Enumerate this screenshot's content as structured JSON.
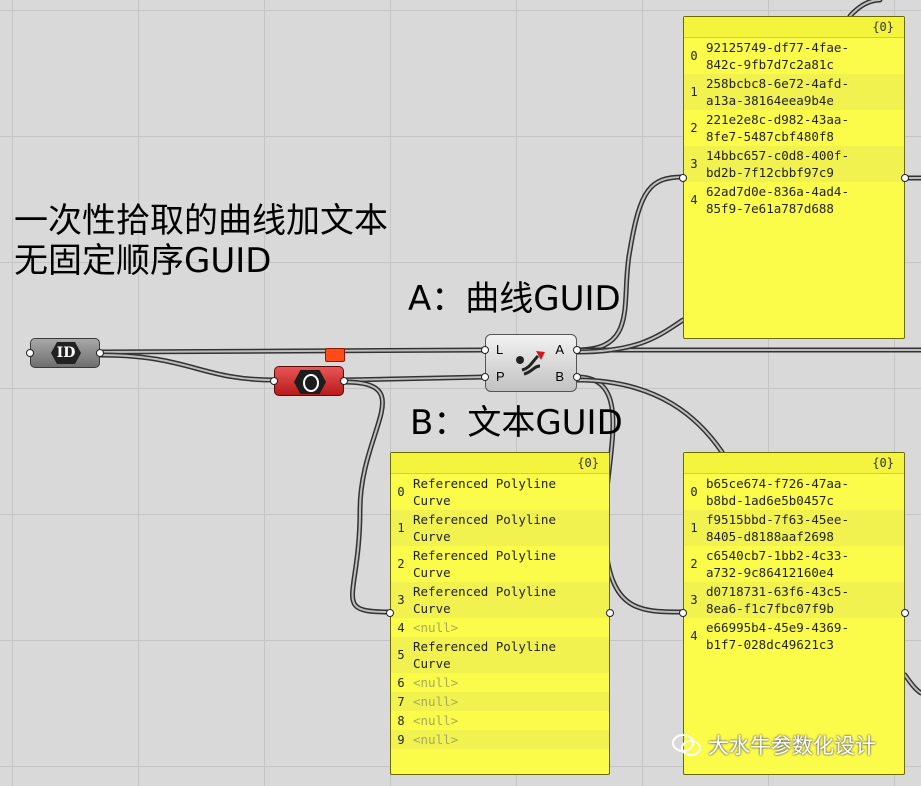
{
  "annotations": {
    "line1": "一次性拾取的曲线加文本",
    "line2": "无固定顺序GUID",
    "label_a": "A：曲线GUID",
    "label_b": "B：文本GUID"
  },
  "components": {
    "guid_param": {
      "icon_text": "ID"
    },
    "ab_component": {
      "input_l": "L",
      "input_p": "P",
      "output_a": "A",
      "output_b": "B"
    }
  },
  "panels": {
    "top_right": {
      "header": "{0}",
      "rows": [
        {
          "index": "0",
          "value": "92125749-df77-4fae-\n842c-9fb7d7c2a81c"
        },
        {
          "index": "1",
          "value": "258bcbc8-6e72-4afd-\na13a-38164eea9b4e"
        },
        {
          "index": "2",
          "value": "221e2e8c-d982-43aa-\n8fe7-5487cbf480f8"
        },
        {
          "index": "3",
          "value": "14bbc657-c0d8-400f-\nbd2b-7f12cbbf97c9"
        },
        {
          "index": "4",
          "value": "62ad7d0e-836a-4ad4-\n85f9-7e61a787d688"
        }
      ]
    },
    "bottom_left": {
      "header": "{0}",
      "rows": [
        {
          "index": "0",
          "value": "Referenced Polyline\nCurve"
        },
        {
          "index": "1",
          "value": "Referenced Polyline\nCurve"
        },
        {
          "index": "2",
          "value": "Referenced Polyline\nCurve"
        },
        {
          "index": "3",
          "value": "Referenced Polyline\nCurve"
        },
        {
          "index": "4",
          "value": "<null>",
          "null": true
        },
        {
          "index": "5",
          "value": "Referenced Polyline\nCurve"
        },
        {
          "index": "6",
          "value": "<null>",
          "null": true
        },
        {
          "index": "7",
          "value": "<null>",
          "null": true
        },
        {
          "index": "8",
          "value": "<null>",
          "null": true
        },
        {
          "index": "9",
          "value": "<null>",
          "null": true
        }
      ]
    },
    "bottom_right": {
      "header": "{0}",
      "rows": [
        {
          "index": "0",
          "value": "b65ce674-f726-47aa-\nb8bd-1ad6e5b0457c"
        },
        {
          "index": "1",
          "value": "f9515bbd-7f63-45ee-\n8405-d8188aaf2698"
        },
        {
          "index": "2",
          "value": "c6540cb7-1bb2-4c33-\na732-9c86412160e4"
        },
        {
          "index": "3",
          "value": "d0718731-63f6-43c5-\n8ea6-f1c7fbc07f9b"
        },
        {
          "index": "4",
          "value": "e66995b4-45e9-4369-\nb1f7-028dc49621c3"
        }
      ]
    }
  },
  "watermark": {
    "text": "大水牛参数化设计"
  }
}
